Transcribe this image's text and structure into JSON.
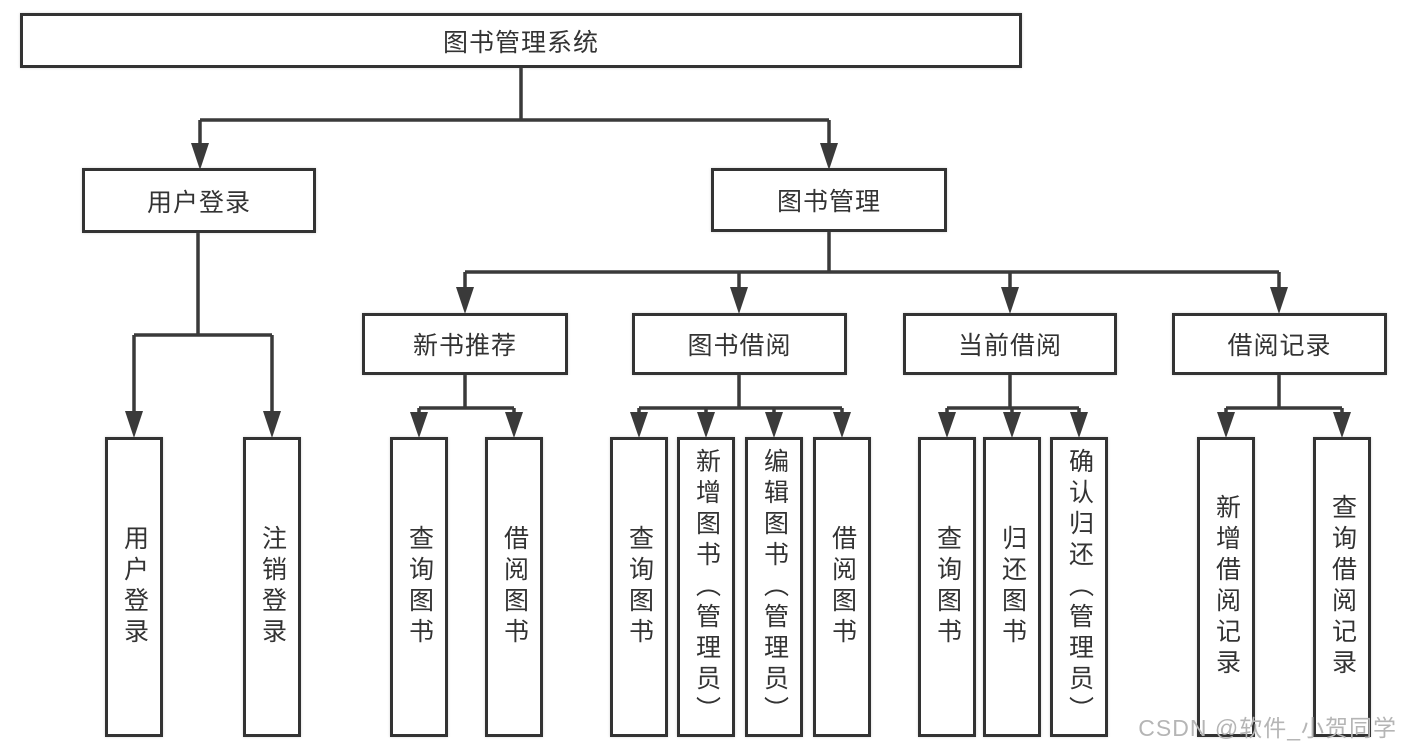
{
  "diagram": {
    "root": {
      "label": "图书管理系统"
    },
    "level1": [
      {
        "label": "用户登录",
        "leaves": [
          {
            "label": "用户登录"
          },
          {
            "label": "注销登录"
          }
        ]
      },
      {
        "label": "图书管理",
        "groups": [
          {
            "label": "新书推荐",
            "leaves": [
              {
                "label": "查询图书"
              },
              {
                "label": "借阅图书"
              }
            ]
          },
          {
            "label": "图书借阅",
            "leaves": [
              {
                "label": "查询图书"
              },
              {
                "label": "新增图书（管理员）"
              },
              {
                "label": "编辑图书（管理员）"
              },
              {
                "label": "借阅图书"
              }
            ]
          },
          {
            "label": "当前借阅",
            "leaves": [
              {
                "label": "查询图书"
              },
              {
                "label": "归还图书"
              },
              {
                "label": "确认归还（管理员）"
              }
            ]
          },
          {
            "label": "借阅记录",
            "leaves": [
              {
                "label": "新增借阅记录"
              },
              {
                "label": "查询借阅记录"
              }
            ]
          }
        ]
      }
    ]
  },
  "watermark": {
    "text": "CSDN @软件_小贺同学"
  },
  "colors": {
    "line": "#3a3a3a",
    "box_border": "#333333",
    "text": "#333333",
    "watermark": "#b5b5b5",
    "background": "#ffffff"
  }
}
